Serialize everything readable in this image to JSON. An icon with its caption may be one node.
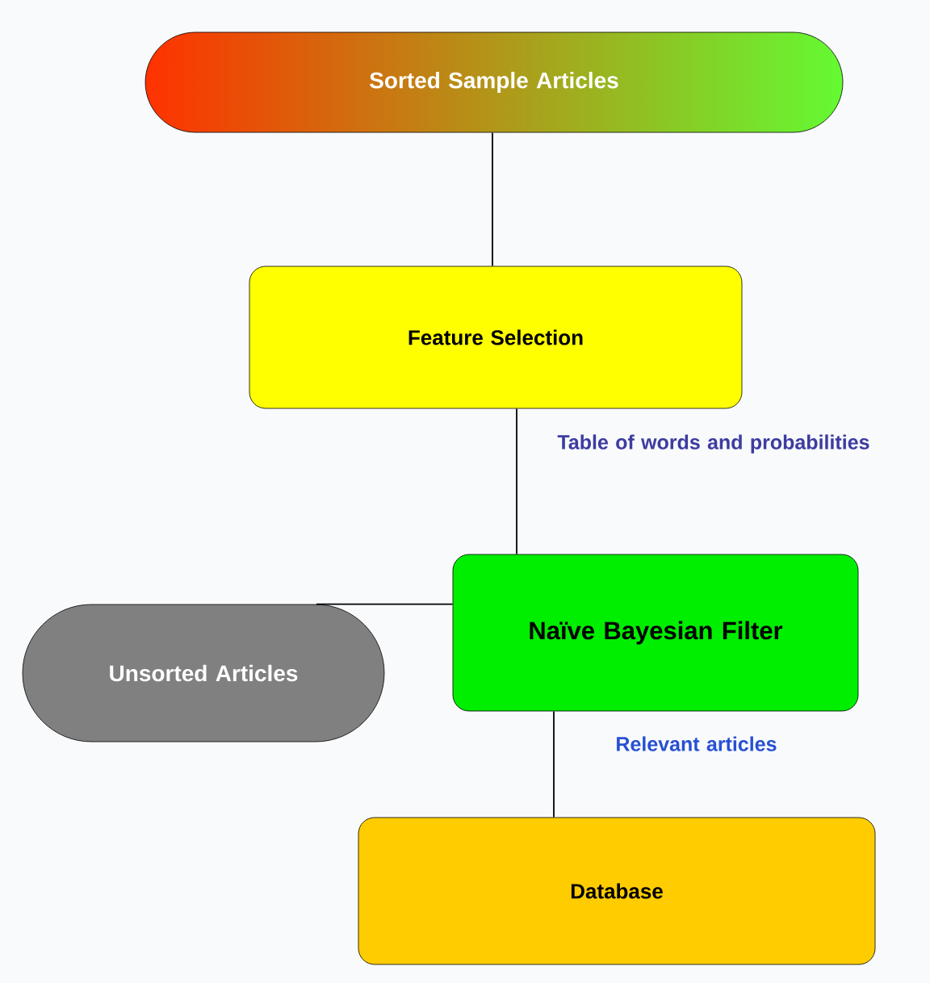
{
  "diagram": {
    "nodes": [
      {
        "text": [
          "Sorted Sample Articles"
        ]
      },
      {
        "text": [
          "Feature Selection"
        ]
      },
      {
        "text": [
          "Naïve Bayesian Filter"
        ]
      },
      {
        "text": [
          "Unsorted Articles"
        ]
      },
      {
        "text": [
          "Database"
        ]
      }
    ],
    "edges": [
      {
        "from": 0,
        "to": 1,
        "arrow": "none"
      },
      {
        "from": 1,
        "to": 2,
        "arrow": "none",
        "label": "Table of words and probabilities"
      },
      {
        "from": 3,
        "to": 2,
        "arrow": "none"
      },
      {
        "from": 2,
        "to": 4,
        "arrow": "none",
        "label": "Relevant articles"
      }
    ]
  }
}
